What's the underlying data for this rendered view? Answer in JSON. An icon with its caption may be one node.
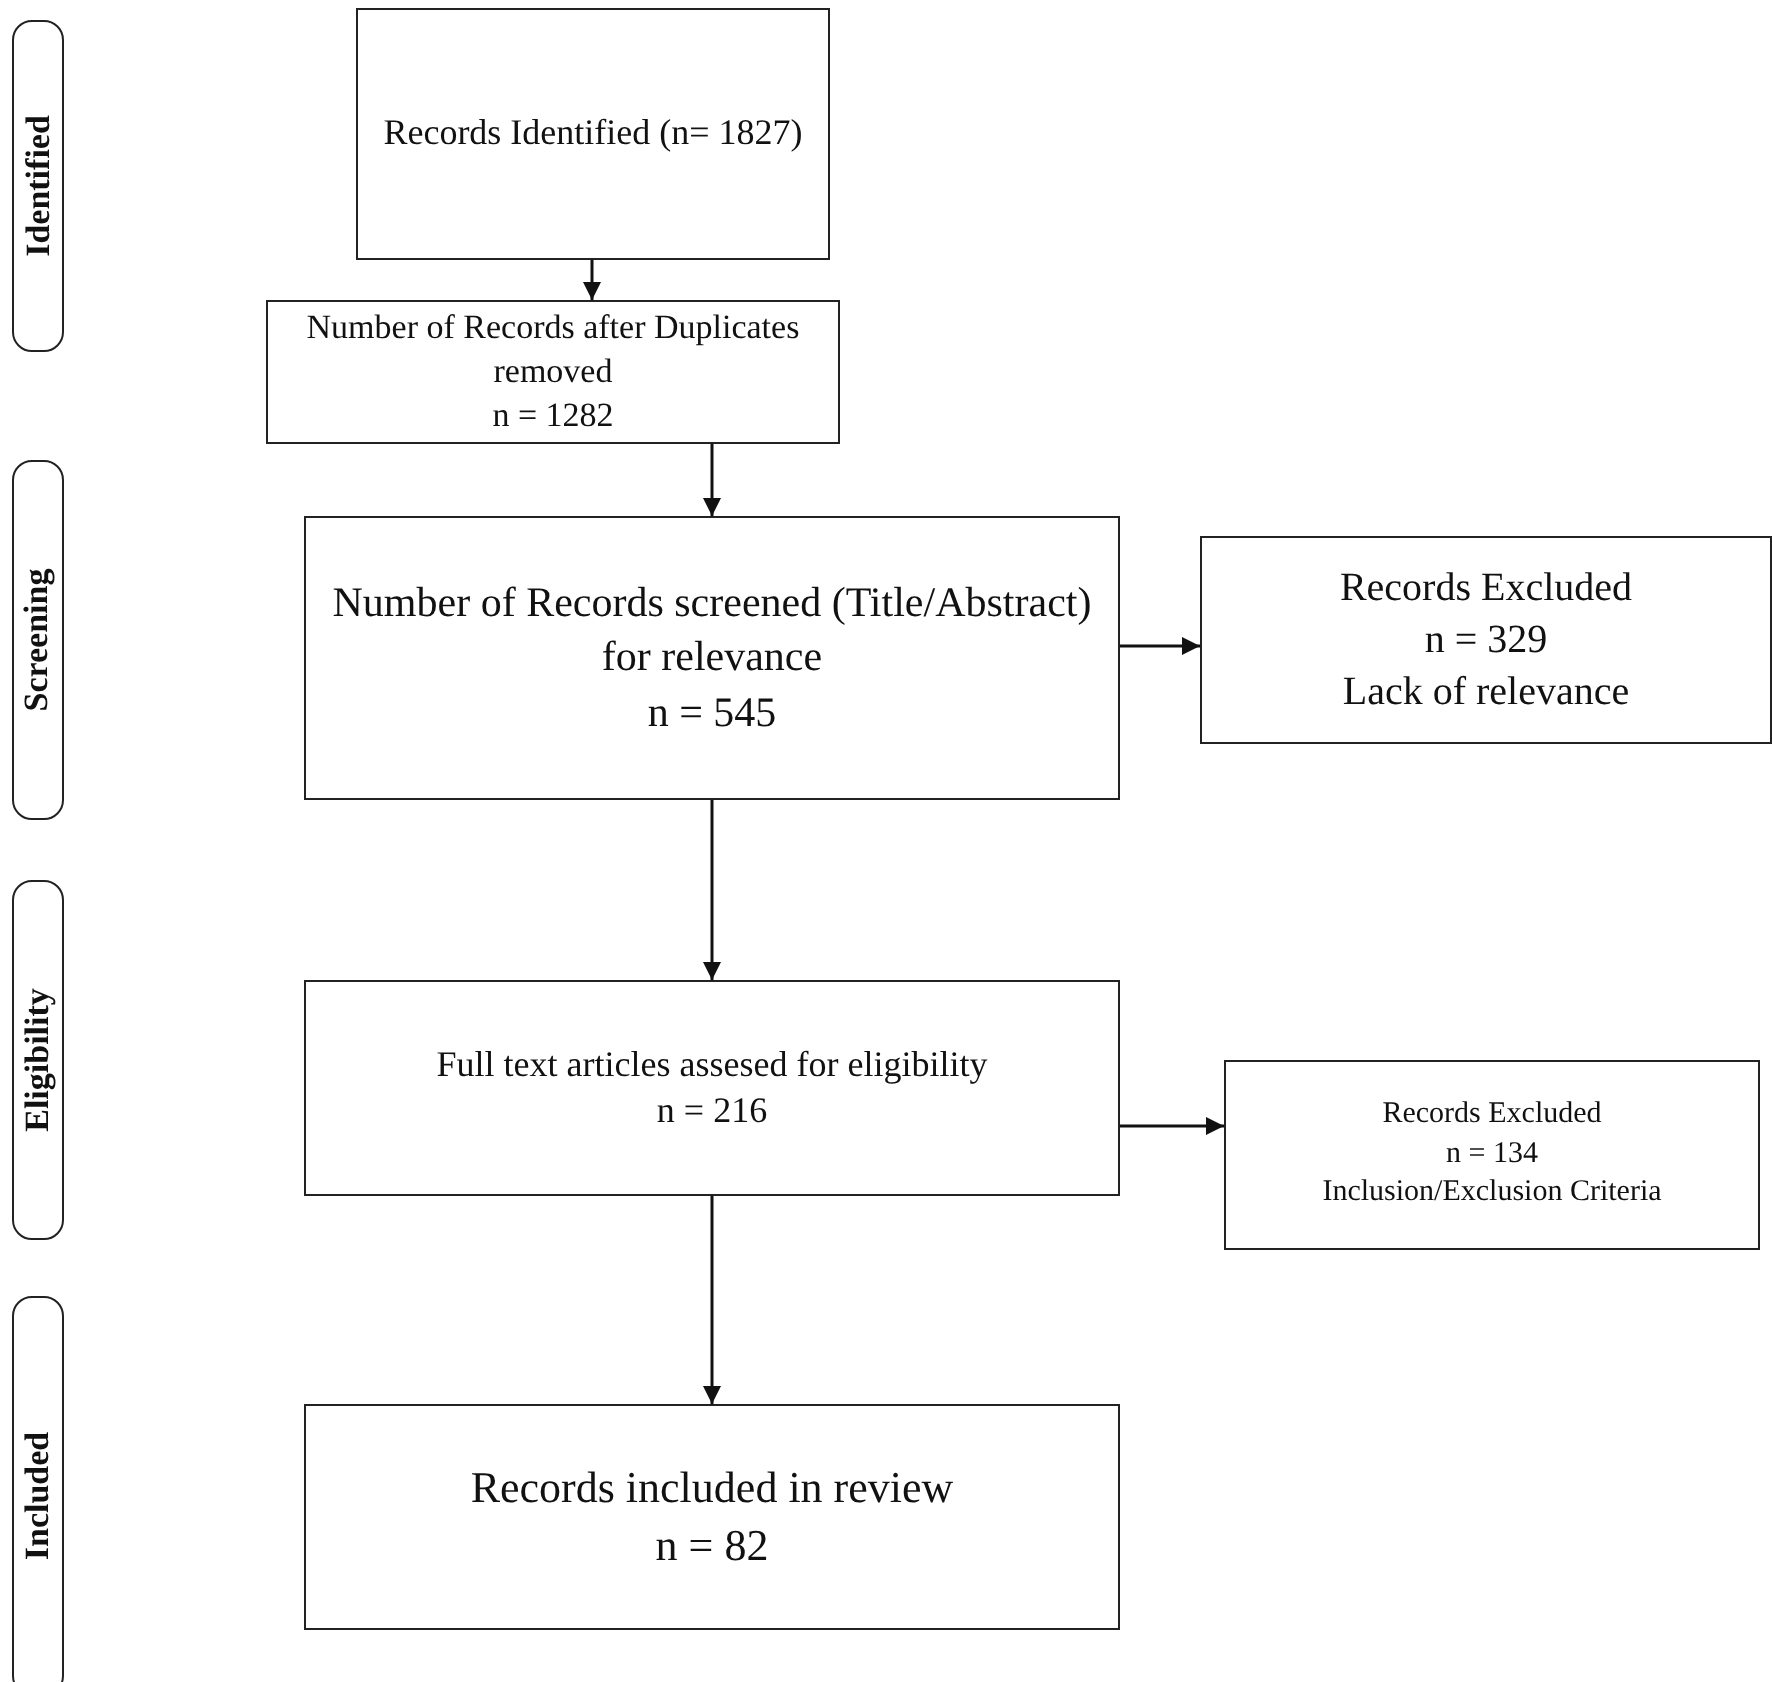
{
  "diagram": {
    "nodes": [
      {
        "text": [
          "Identified"
        ]
      },
      {
        "text": [
          "Screening"
        ]
      },
      {
        "text": [
          "Eligibility"
        ]
      },
      {
        "text": [
          "Included"
        ]
      },
      {
        "text": [
          "Records Identified (n= 1827)"
        ]
      },
      {
        "text": [
          "Number of Records after Duplicates removed",
          "n = 1282"
        ]
      },
      {
        "text": [
          "Number of Records screened (Title/Abstract) for relevance",
          "n = 545"
        ]
      },
      {
        "text": [
          "Records Excluded",
          "n = 329",
          "Lack of relevance"
        ]
      },
      {
        "text": [
          "Full text articles assesed for eligibility",
          "n = 216"
        ]
      },
      {
        "text": [
          "Records Excluded",
          "n = 134",
          "Inclusion/Exclusion Criteria"
        ]
      },
      {
        "text": [
          "Records included in review",
          "n = 82"
        ]
      }
    ],
    "edges": [
      {
        "from": 4,
        "to": 5,
        "arrow": "to"
      },
      {
        "from": 5,
        "to": 6,
        "arrow": "to"
      },
      {
        "from": 6,
        "to": 7,
        "arrow": "to"
      },
      {
        "from": 6,
        "to": 8,
        "arrow": "to"
      },
      {
        "from": 8,
        "to": 9,
        "arrow": "to"
      },
      {
        "from": 8,
        "to": 10,
        "arrow": "to"
      }
    ]
  }
}
